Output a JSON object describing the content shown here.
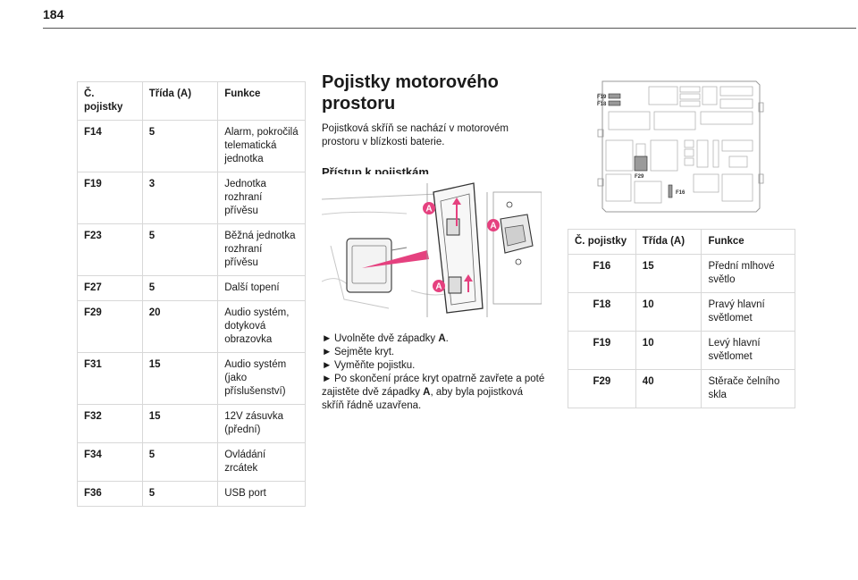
{
  "page": {
    "number": "184"
  },
  "left_table": {
    "headers": [
      "Č. pojistky",
      "Třída (A)",
      "Funkce"
    ],
    "rows": [
      [
        "F14",
        "5",
        "Alarm, pokročilá telematická jednotka"
      ],
      [
        "F19",
        "3",
        "Jednotka rozhraní přívěsu"
      ],
      [
        "F23",
        "5",
        "Běžná jednotka rozhraní přívěsu"
      ],
      [
        "F27",
        "5",
        "Další topení"
      ],
      [
        "F29",
        "20",
        "Audio systém, dotyková obrazovka"
      ],
      [
        "F31",
        "15",
        "Audio systém (jako příslušenství)"
      ],
      [
        "F32",
        "15",
        "12V zásuvka (přední)"
      ],
      [
        "F34",
        "5",
        "Ovládání zrcátek"
      ],
      [
        "F36",
        "5",
        "USB port"
      ]
    ]
  },
  "section": {
    "title": "Pojistky motorového prostoru",
    "intro": "Pojistková skříň se nachází v motorovém prostoru v blízkosti baterie.",
    "subtitle": "Přístup k pojistkám"
  },
  "photo": {
    "label_a": "A"
  },
  "steps": {
    "arrow": "►",
    "items": [
      {
        "pre": "Uvolněte dvě západky ",
        "bold": "A",
        "post": "."
      },
      {
        "pre": "Sejměte kryt.",
        "bold": "",
        "post": ""
      },
      {
        "pre": "Vyměňte pojistku.",
        "bold": "",
        "post": ""
      },
      {
        "pre": "Po skončení práce kryt opatrně zavřete a poté zajistěte dvě západky ",
        "bold": "A",
        "post": ", aby byla pojistková skříň řádně uzavřena."
      }
    ]
  },
  "diagram": {
    "labels": {
      "f19": "F19",
      "f18": "F18",
      "f29": "F29",
      "f16": "F16"
    }
  },
  "right_table": {
    "headers": [
      "Č. pojistky",
      "Třída (A)",
      "Funkce"
    ],
    "rows": [
      [
        "F16",
        "15",
        "Přední mlhové světlo"
      ],
      [
        "F18",
        "10",
        "Pravý hlavní světlomet"
      ],
      [
        "F19",
        "10",
        "Levý hlavní světlomet"
      ],
      [
        "F29",
        "40",
        "Stěrače čelního skla"
      ]
    ]
  },
  "colors": {
    "accent": "#e5417f",
    "line": "#555555"
  }
}
